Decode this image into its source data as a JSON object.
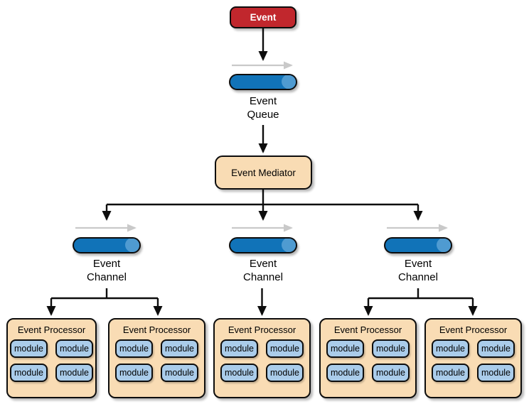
{
  "colors": {
    "event_red": "#c1272d",
    "box_tan": "#f9dcb4",
    "module_blue": "#aaccea",
    "pill_blue": "#1173b8",
    "pill_highlight": "#4f9bd1",
    "line_black": "#0d0d0d",
    "arrow_gray": "#c9c9c9"
  },
  "event": {
    "label": "Event"
  },
  "event_queue": {
    "line1": "Event",
    "line2": "Queue"
  },
  "mediator": {
    "label": "Event Mediator"
  },
  "channels": [
    {
      "line1": "Event",
      "line2": "Channel"
    },
    {
      "line1": "Event",
      "line2": "Channel"
    },
    {
      "line1": "Event",
      "line2": "Channel"
    }
  ],
  "processors": [
    {
      "title": "Event Processor",
      "modules": [
        "module",
        "module",
        "module",
        "module"
      ]
    },
    {
      "title": "Event Processor",
      "modules": [
        "module",
        "module",
        "module",
        "module"
      ]
    },
    {
      "title": "Event Processor",
      "modules": [
        "module",
        "module",
        "module",
        "module"
      ]
    },
    {
      "title": "Event Processor",
      "modules": [
        "module",
        "module",
        "module",
        "module"
      ]
    },
    {
      "title": "Event Processor",
      "modules": [
        "module",
        "module",
        "module",
        "module"
      ]
    }
  ]
}
